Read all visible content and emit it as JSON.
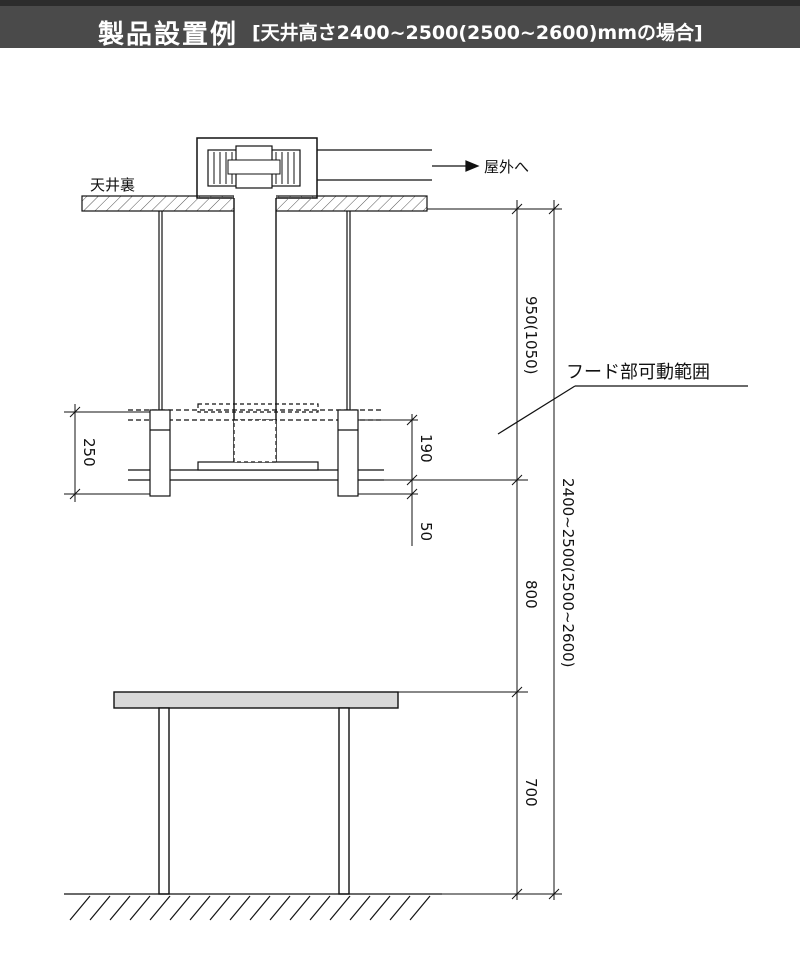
{
  "header": {
    "title": "製品設置例",
    "subtitle": "[天井高さ2400~2500(2500~2600)mmの場合]"
  },
  "diagram": {
    "ceiling_label": "天井裏",
    "outdoor_label": "屋外へ",
    "hood_range_label": "フード部可動範囲",
    "dim_950": "950(1050)",
    "dim_250": "250",
    "dim_190": "190",
    "dim_50": "50",
    "dim_800": "800",
    "dim_700": "700",
    "dim_total": "2400~2500(2500~2600)"
  },
  "colors": {
    "header_bg": "#4a4a4a",
    "line": "#111111",
    "fill": "#d8d8d8"
  }
}
